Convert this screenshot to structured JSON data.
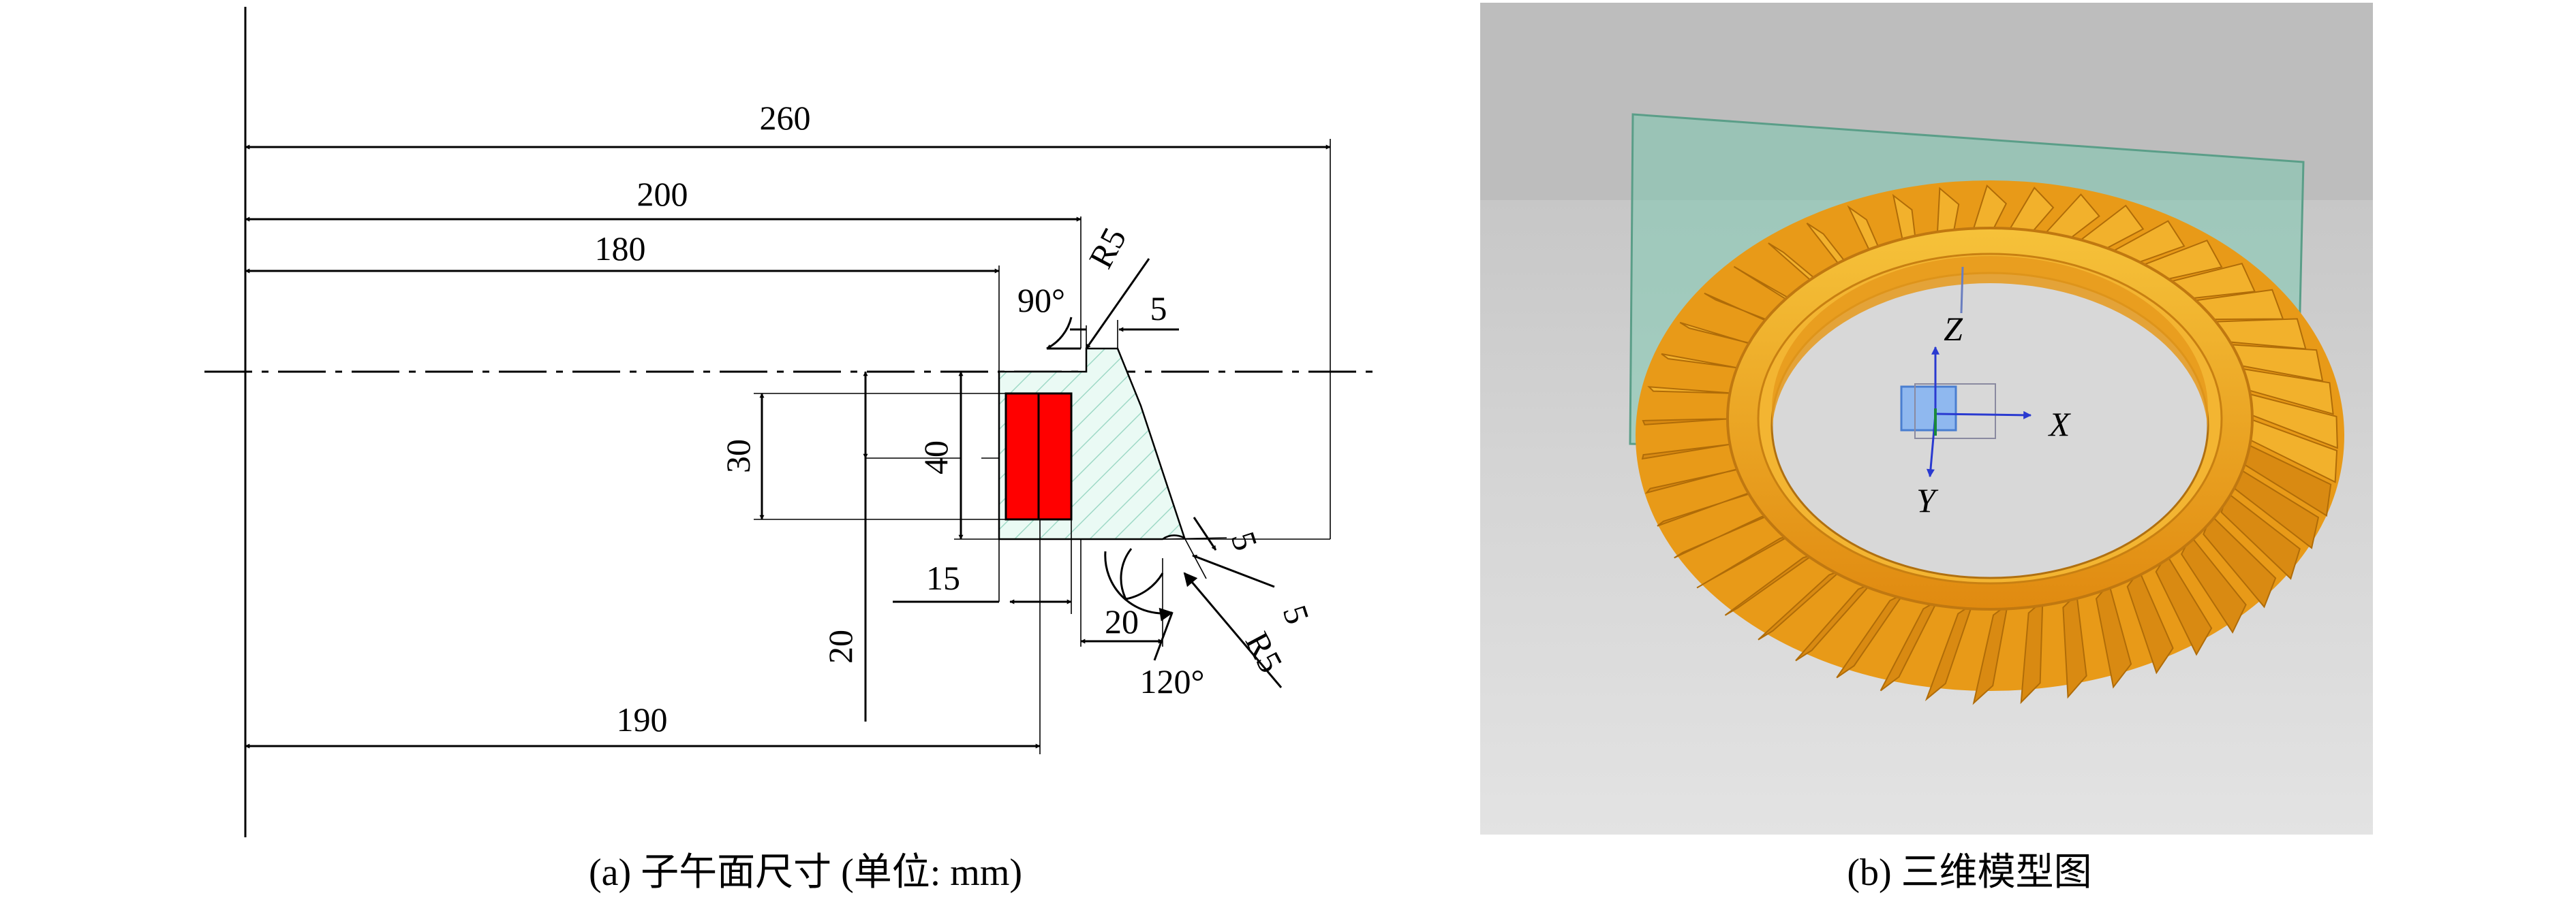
{
  "panel_a": {
    "caption": "(a) 子午面尺寸 (单位: mm)",
    "dims": {
      "d260": "260",
      "d200": "200",
      "d180": "180",
      "d190": "190",
      "d30": "30",
      "d40": "40",
      "d20v": "20",
      "d15": "15",
      "d20h": "20",
      "d5_top": "5",
      "d5_mid": "5",
      "d5_bot": "5",
      "r5_top": "R5",
      "r5_bot": "R5",
      "ang90": "90°",
      "ang120": "120°"
    },
    "colors": {
      "magnet": "#ff0000",
      "hatch": "#9ed9c6",
      "hatch_bg": "#eafaf4"
    }
  },
  "panel_b": {
    "caption": "(b) 三维模型图",
    "axes": {
      "z": "Z",
      "x": "X",
      "y": "Y"
    },
    "colors": {
      "ring": "#f0a820",
      "blade": "#e89a18",
      "plane": "#7ec8b0",
      "bg_top": "#bdbdbd",
      "bg_bottom": "#e3e3e3"
    }
  }
}
